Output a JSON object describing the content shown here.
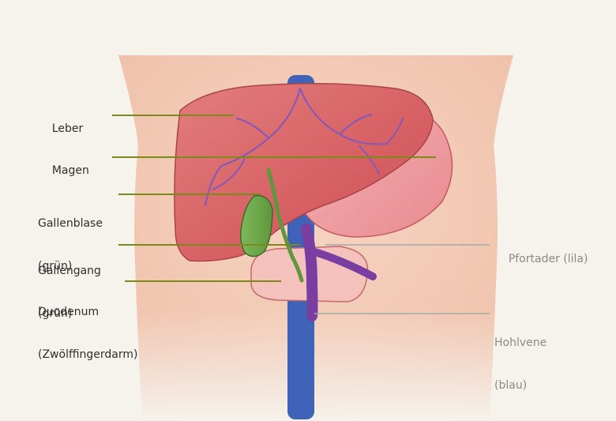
{
  "diagram": {
    "labels_left": [
      {
        "id": "leber",
        "lines": [
          "Leber"
        ]
      },
      {
        "id": "magen",
        "lines": [
          "Magen"
        ]
      },
      {
        "id": "gallenblase",
        "lines": [
          "Gallenblase",
          "(grün)"
        ]
      },
      {
        "id": "gallengang",
        "lines": [
          "Gallengang",
          "(grün)"
        ]
      },
      {
        "id": "duodenum",
        "lines": [
          "Duodenum",
          "(Zwölffingerdarm)"
        ]
      }
    ],
    "labels_right": [
      {
        "id": "pfortader",
        "lines": [
          "Pfortader (lila)"
        ]
      },
      {
        "id": "hohlvene",
        "lines": [
          "Hohlvene",
          "(blau)"
        ]
      }
    ],
    "colors": {
      "background": "#f6f2ec",
      "skin": "#f2c9b4",
      "liver": "#d9666a",
      "stomach": "#ec9aa0",
      "gallbladder": "#6fa84a",
      "portal_vein": "#7a3ea0",
      "vena_cava": "#3f63b8",
      "leader_left": "#7c8a1a",
      "leader_right": "#a8a8a8"
    }
  }
}
